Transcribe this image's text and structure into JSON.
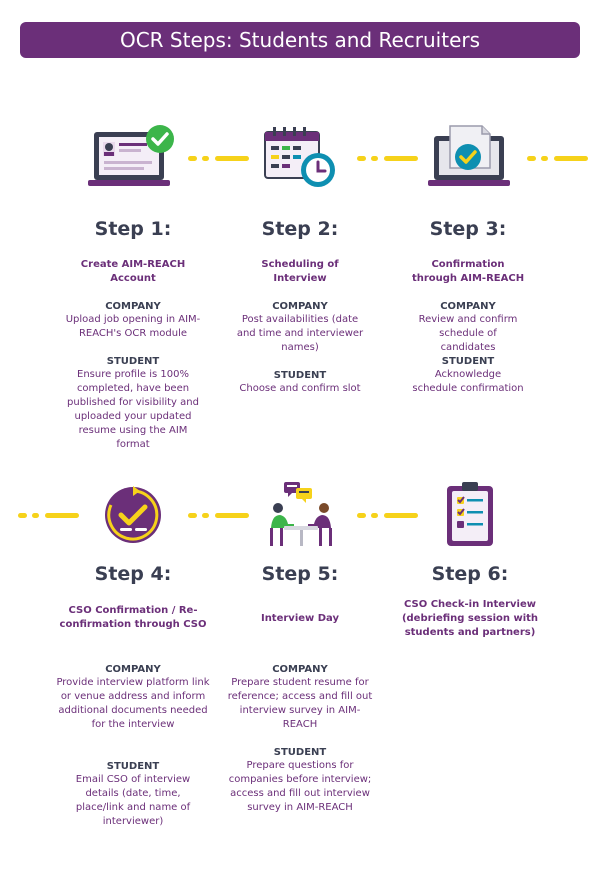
{
  "title": "OCR Steps: Students and Recruiters",
  "colors": {
    "purple": "#6b2f79",
    "yellow": "#f6d21a",
    "navy": "#3a3f52",
    "teal": "#0e8fb1",
    "green": "#3cb54a"
  },
  "steps": [
    {
      "label": "Step 1:",
      "subtitle": "Create AIM-REACH Account",
      "icon": "laptop-profile-check-icon",
      "company_label": "COMPANY",
      "company": "Upload job opening in AIM-REACH's OCR module",
      "student_label": "STUDENT",
      "student": "Ensure profile is 100% completed, have been published for visibility and uploaded your updated resume using the AIM format"
    },
    {
      "label": "Step 2:",
      "subtitle": "Scheduling of Interview",
      "icon": "calendar-clock-icon",
      "company_label": "COMPANY",
      "company": "Post availabilities (date and time and interviewer names)",
      "student_label": "STUDENT",
      "student": "Choose and confirm slot"
    },
    {
      "label": "Step 3:",
      "subtitle": "Confirmation through AIM-REACH",
      "icon": "laptop-document-check-icon",
      "company_label": "COMPANY",
      "company": "Review and confirm schedule of candidates",
      "student_label": "STUDENT",
      "student": "Acknowledge schedule confirmation"
    },
    {
      "label": "Step 4:",
      "subtitle": "CSO Confirmation / Re-confirmation through CSO",
      "icon": "circular-arrow-check-icon",
      "company_label": "COMPANY",
      "company": "Provide interview platform link or venue address and inform additional documents needed for the interview",
      "student_label": "STUDENT",
      "student": "Email CSO of interview details (date, time, place/link and name of interviewer)"
    },
    {
      "label": "Step 5:",
      "subtitle": "Interview Day",
      "icon": "two-people-chat-icon",
      "company_label": "COMPANY",
      "company": "Prepare student resume for reference; access and fill out interview survey in AIM-REACH",
      "student_label": "STUDENT",
      "student": "Prepare questions for companies before interview; access and fill out interview survey in AIM-REACH"
    },
    {
      "label": "Step 6:",
      "subtitle": "CSO Check-in Interview (debriefing session with students and partners)",
      "icon": "clipboard-checklist-icon"
    }
  ]
}
